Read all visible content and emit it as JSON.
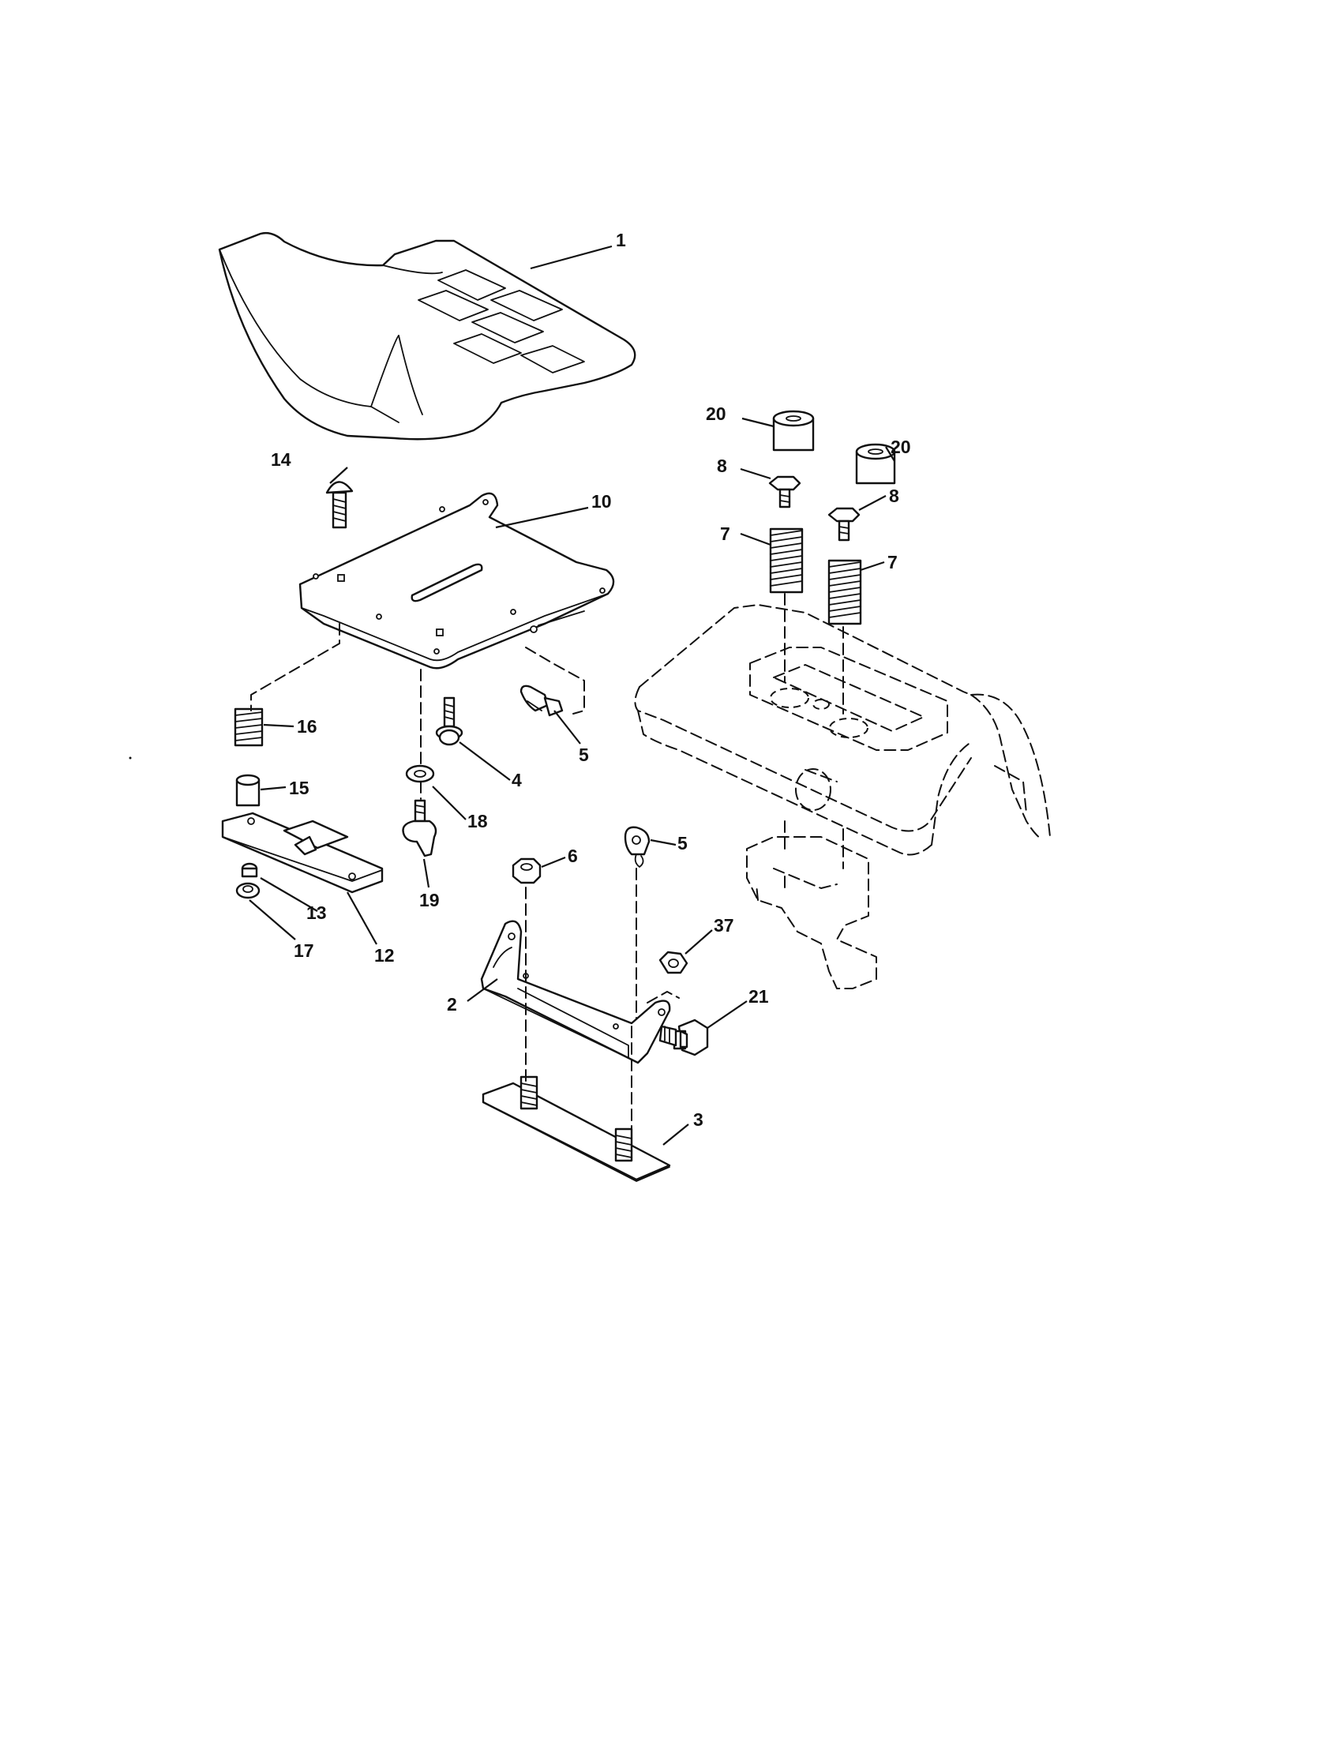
{
  "callouts": {
    "c1": "1",
    "c2": "2",
    "c3": "3",
    "c4": "4",
    "c5a": "5",
    "c5b": "5",
    "c6": "6",
    "c7a": "7",
    "c7b": "7",
    "c8a": "8",
    "c8b": "8",
    "c10": "10",
    "c12": "12",
    "c13": "13",
    "c14": "14",
    "c15": "15",
    "c16": "16",
    "c17": "17",
    "c18": "18",
    "c19": "19",
    "c20a": "20",
    "c20b": "20",
    "c21": "21",
    "c37": "37"
  }
}
